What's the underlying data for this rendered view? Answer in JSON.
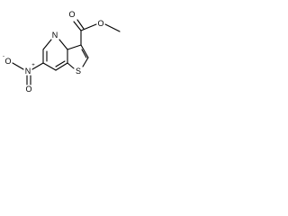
{
  "molecule": {
    "atoms": {
      "ring_n": "N",
      "thiophene_s": "S",
      "carbonyl_o": "O",
      "ester_o": "O",
      "nitro_n": "N",
      "nitro_o_minus": "O",
      "nitro_o": "O",
      "nitro_n_charge": "+",
      "nitro_o_charge": "-"
    }
  }
}
